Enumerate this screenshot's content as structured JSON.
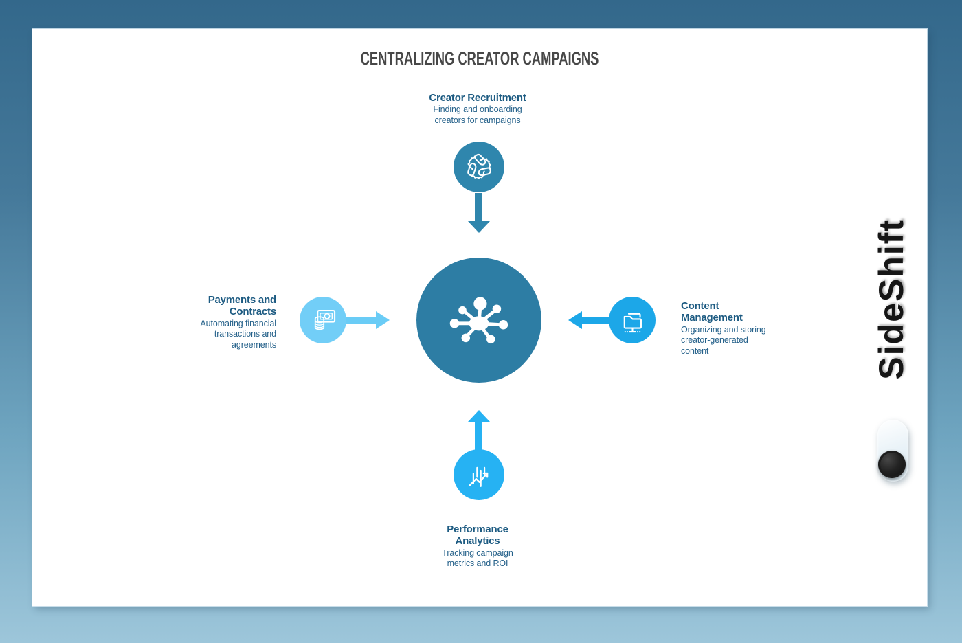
{
  "title": "CENTRALIZING CREATOR CAMPAIGNS",
  "brand": {
    "name": "SideShift"
  },
  "nodes": {
    "top": {
      "title": "Creator Recruitment",
      "desc": "Finding and onboarding creators for campaigns",
      "icon": "teamwork-hands-icon"
    },
    "left": {
      "title": "Payments and Contracts",
      "desc": "Automating financial transactions and agreements",
      "icon": "money-payment-icon"
    },
    "right": {
      "title": "Content Management",
      "desc": "Organizing and storing creator-generated content",
      "icon": "folder-storage-icon"
    },
    "bottom": {
      "title": "Performance Analytics",
      "desc": "Tracking campaign metrics and ROI",
      "icon": "chart-growth-icon"
    }
  },
  "center": {
    "icon": "network-hub-icon"
  },
  "palette": {
    "background_top": "#33688b",
    "background_bottom": "#9dc6da",
    "canvas": "#ffffff",
    "title_text": "#474747",
    "node_title_text": "#1d5b82",
    "node_desc_text": "#25618a",
    "hub_circle": "#2d7da4",
    "recruitment_accent": "#2f86ad",
    "payments_accent": "#6accf6",
    "content_accent": "#1ca7e8",
    "analytics_accent": "#26b2f3",
    "logo_text": "#161616"
  }
}
